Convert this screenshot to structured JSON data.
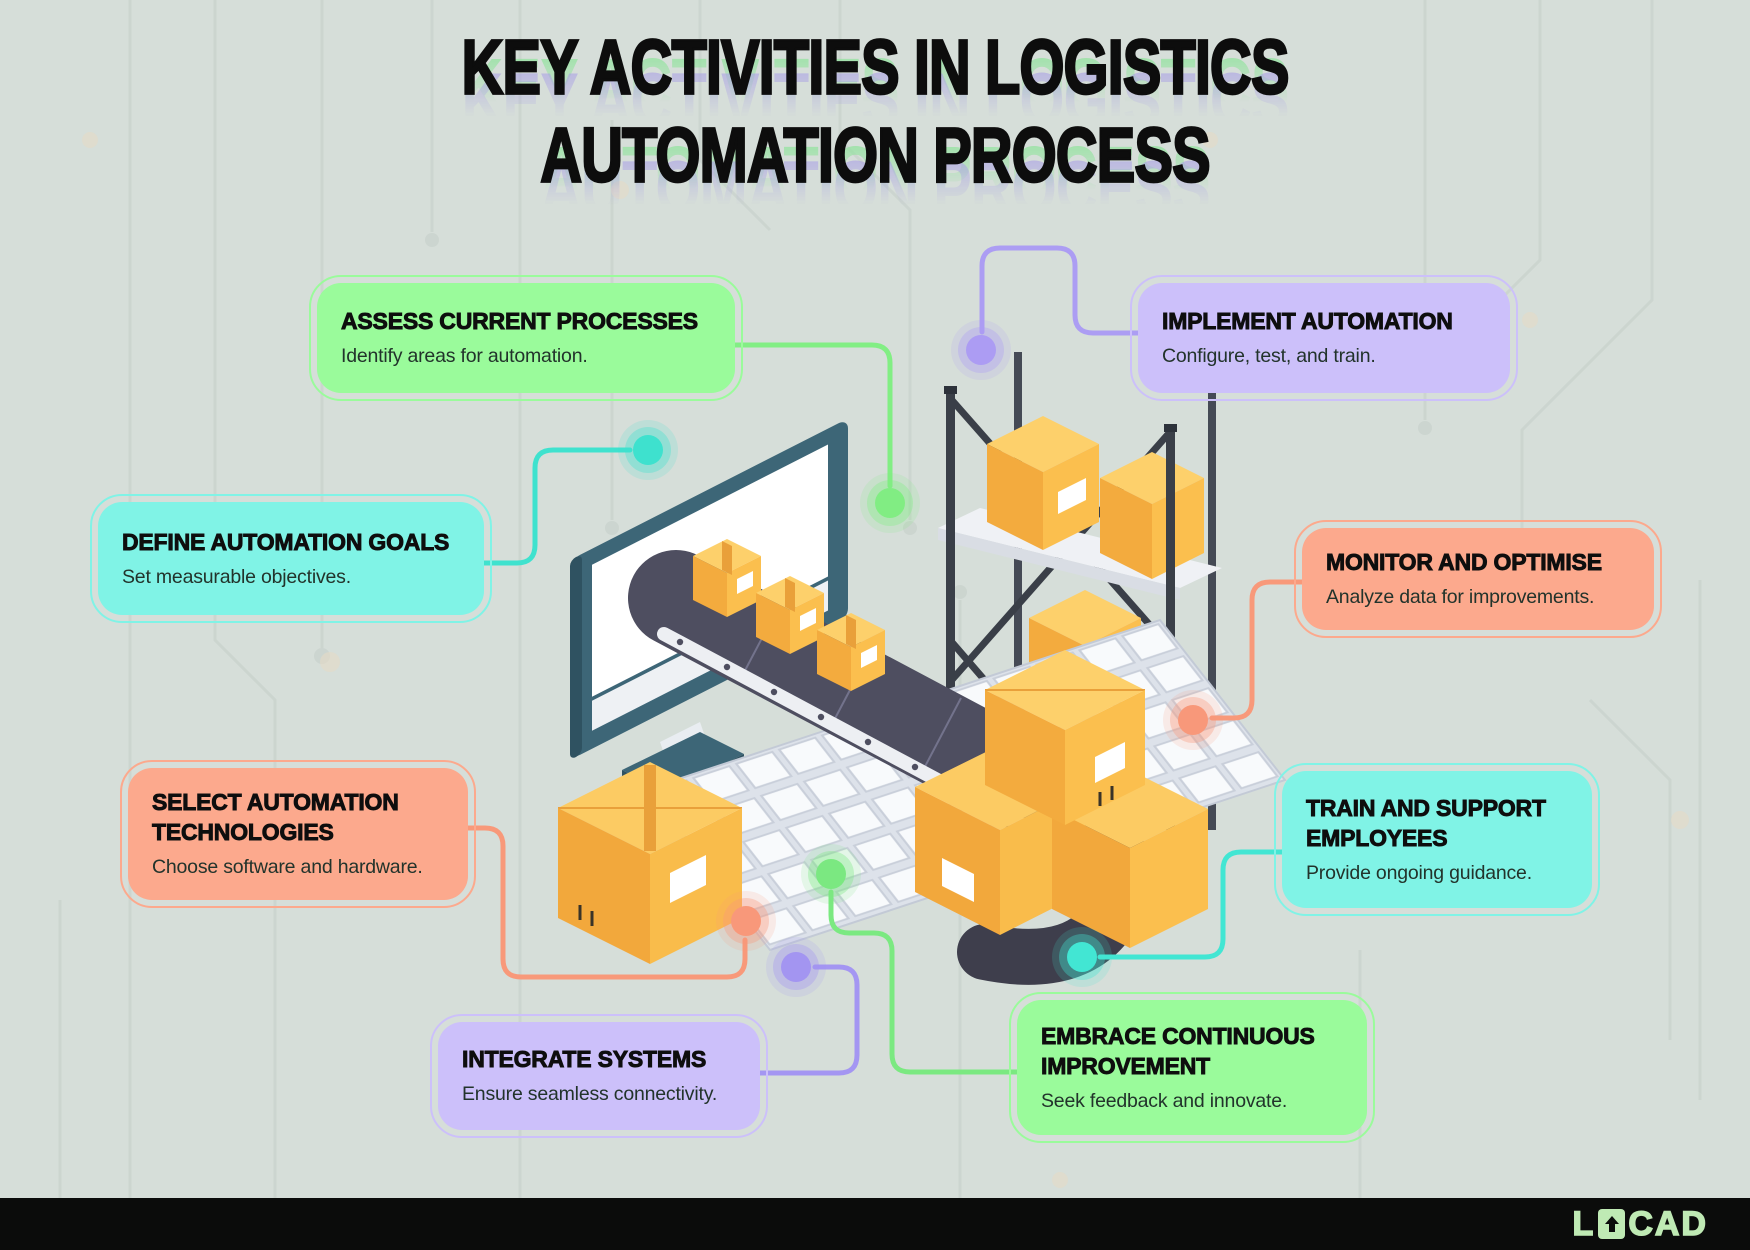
{
  "title": {
    "line1": "KEY ACTIVITIES IN LOGISTICS",
    "line2": "AUTOMATION PROCESS"
  },
  "steps": [
    {
      "id": "assess",
      "heading": "ASSESS CURRENT PROCESSES",
      "body": "Identify areas for automation.",
      "color": "#9AFB9B",
      "accent": "#82EE84"
    },
    {
      "id": "implement",
      "heading": "IMPLEMENT AUTOMATION",
      "body": "Configure, test, and train.",
      "color": "#CCC0FA",
      "accent": "#AC9DF3"
    },
    {
      "id": "define",
      "heading": "DEFINE AUTOMATION GOALS",
      "body": "Set measurable objectives.",
      "color": "#80F3E6",
      "accent": "#3FE2CE"
    },
    {
      "id": "monitor",
      "heading": "MONITOR AND OPTIMISE",
      "body": "Analyze data for improvements.",
      "color": "#FCA98D",
      "accent": "#F8997A"
    },
    {
      "id": "select",
      "heading": "SELECT AUTOMATION TECHNOLOGIES",
      "body": "Choose software and hardware.",
      "color": "#FCA98D",
      "accent": "#F8997A"
    },
    {
      "id": "train",
      "heading": "TRAIN AND SUPPORT EMPLOYEES",
      "body": "Provide ongoing guidance.",
      "color": "#80F3E6",
      "accent": "#42E6D3"
    },
    {
      "id": "integrate",
      "heading": "INTEGRATE SYSTEMS",
      "body": "Ensure seamless connectivity.",
      "color": "#CCC0FA",
      "accent": "#A496F2"
    },
    {
      "id": "embrace",
      "heading": "EMBRACE CONTINUOUS IMPROVEMENT",
      "body": "Seek feedback and innovate.",
      "color": "#9AFB9B",
      "accent": "#7BE981"
    }
  ],
  "footer": {
    "brand": "LOCAD",
    "brand_prefix": "L",
    "brand_suffix": "CAD"
  },
  "palette": {
    "background": "#d6ded9",
    "title_text": "#0d0d0d",
    "echo_green": "#8fe39b",
    "echo_purple": "#a79ce6",
    "footer_bar": "#0b0c0b",
    "logo_green": "#bfeab4",
    "monitor_teal": "#3d6677",
    "conveyor_dark": "#4e4e60",
    "box_yellow": "#f9bc4b"
  }
}
